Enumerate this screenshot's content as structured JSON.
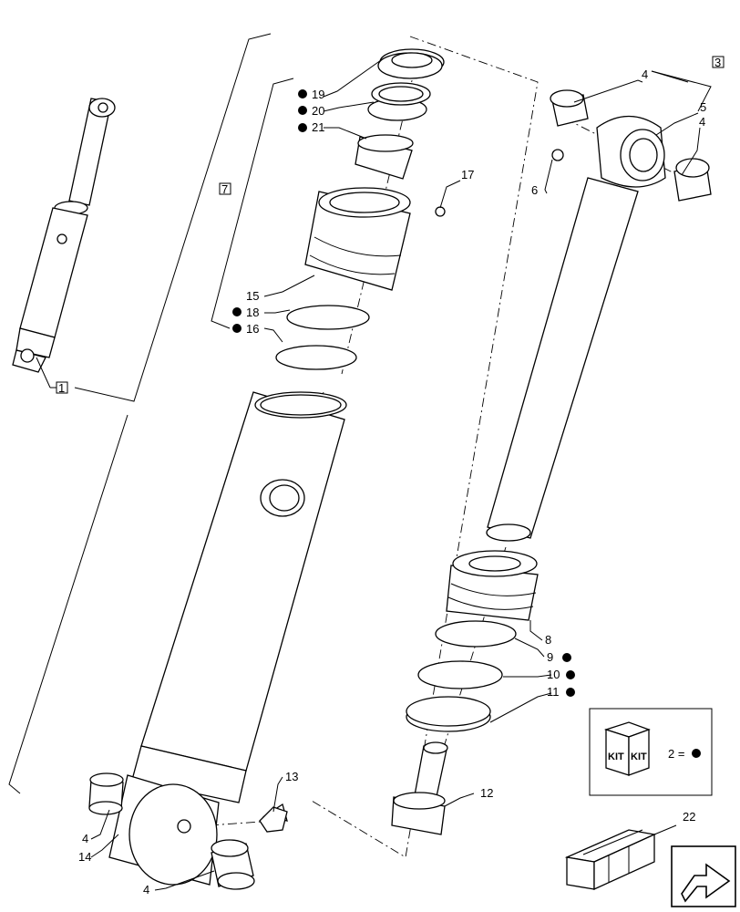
{
  "labels": {
    "l1": "1",
    "l3": "3",
    "l4a": "4",
    "l4b": "4",
    "l4c": "4",
    "l4d": "4",
    "l5": "5",
    "l6": "6",
    "l7": "7",
    "l8": "8",
    "l9": "9",
    "l10": "10",
    "l11": "11",
    "l12": "12",
    "l13": "13",
    "l14": "14",
    "l15": "15",
    "l16": "16",
    "l17": "17",
    "l18": "18",
    "l19": "19",
    "l20": "20",
    "l21": "21",
    "l22": "22"
  },
  "kit": {
    "word_left": "KIT",
    "word_right": "KIT",
    "legend": "2 ="
  },
  "colors": {
    "line": "#000000",
    "background": "#ffffff"
  },
  "icons": {
    "kit_marker": "filled-circle",
    "nav": "arrow-return-icon",
    "crate": "crate-icon"
  }
}
